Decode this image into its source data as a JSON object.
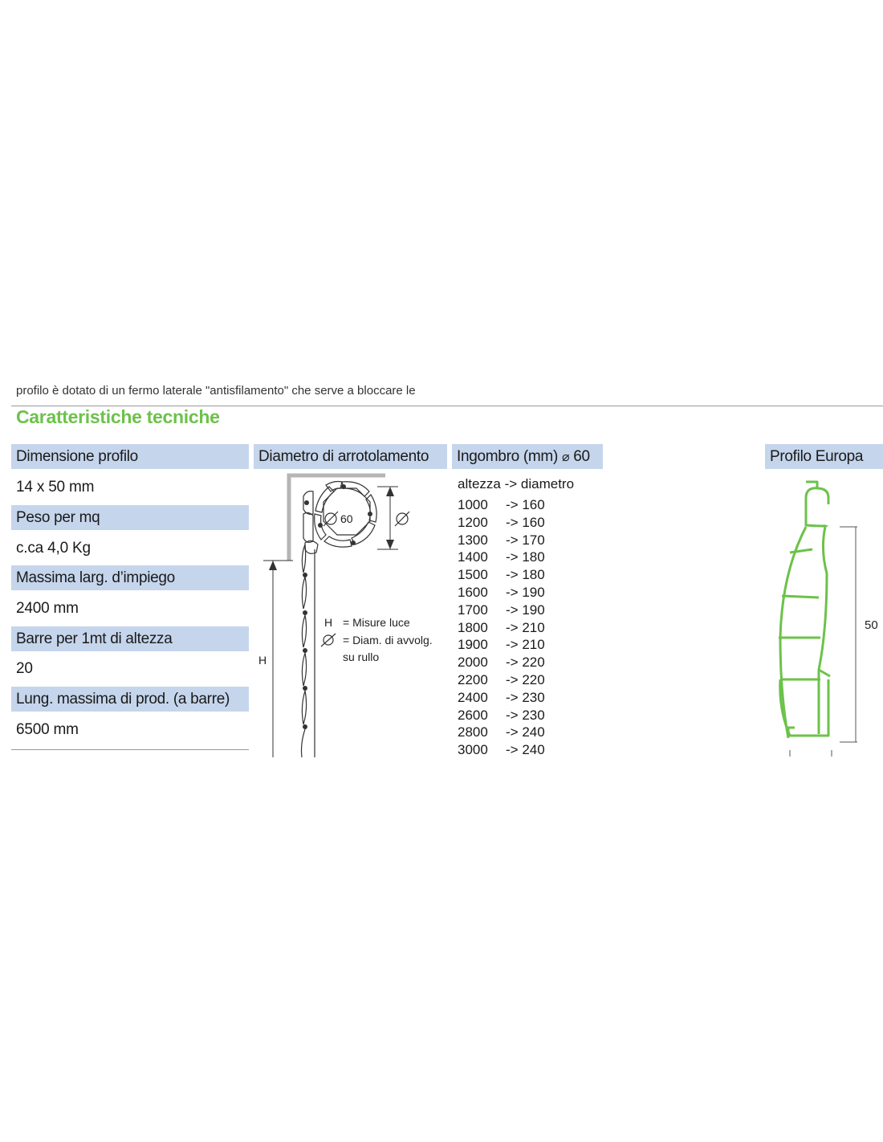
{
  "intro_fragment": "profilo è dotato di un fermo laterale \"antisfilamento\" che serve a bloccare le",
  "section_title": "Caratteristiche tecniche",
  "specs": [
    {
      "label": "Dimensione profilo",
      "value": "14 x 50 mm"
    },
    {
      "label": "Peso per mq",
      "value": "c.ca 4,0 Kg"
    },
    {
      "label": "Massima larg. d’impiego",
      "value": "2400 mm"
    },
    {
      "label": "Barre per 1mt di altezza",
      "value": "20"
    },
    {
      "label": "Lung. massima di prod.",
      "label_suffix": "(a barre)",
      "value": "6500 mm"
    }
  ],
  "winding": {
    "header": "Diametro di arrotolamento",
    "roll_diameter": "60",
    "diam_symbol": "∅",
    "h_label": "H",
    "legend_h_symbol": "H",
    "legend_h_text": "= Misure luce",
    "legend_d_text": "= Diam. di avvolg.",
    "legend_d_text2": "su rullo"
  },
  "ingombro": {
    "header_bold": "Ingombro",
    "header_light": "(mm)",
    "header_symbol": "⌀",
    "header_value": "60",
    "col_header": "altezza  -> diametro",
    "arrow": "->",
    "rows": [
      {
        "h": "1000",
        "d": "160"
      },
      {
        "h": "1200",
        "d": "160"
      },
      {
        "h": "1300",
        "d": "170"
      },
      {
        "h": "1400",
        "d": "180"
      },
      {
        "h": "1500",
        "d": "180"
      },
      {
        "h": "1600",
        "d": "190"
      },
      {
        "h": "1700",
        "d": "190"
      },
      {
        "h": "1800",
        "d": "210"
      },
      {
        "h": "1900",
        "d": "210"
      },
      {
        "h": "2000",
        "d": "220"
      },
      {
        "h": "2200",
        "d": "220"
      },
      {
        "h": "2400",
        "d": "230"
      },
      {
        "h": "2600",
        "d": "230"
      },
      {
        "h": "2800",
        "d": "240"
      },
      {
        "h": "3000",
        "d": "240"
      }
    ]
  },
  "profile": {
    "header": "Profilo Europa",
    "height_label": "50",
    "profile_color": "#6cc24a"
  },
  "colors": {
    "header_bg": "#c5d5ec",
    "title_green": "#6cc24a"
  }
}
